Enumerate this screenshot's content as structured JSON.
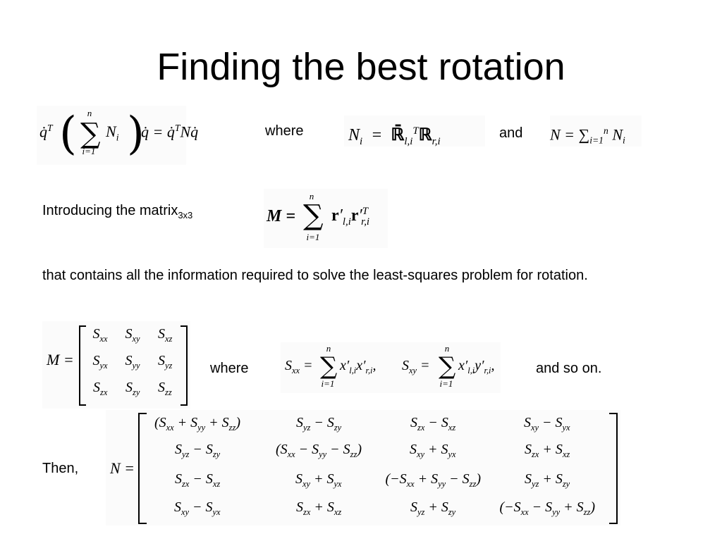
{
  "slide": {
    "title": "Finding the best rotation",
    "where_1": "where",
    "and_1": "and",
    "introducing": "Introducing the matrix",
    "matrix_size": "3x3",
    "paragraph": "that contains all the information required to solve the least-squares problem for rotation.",
    "where_2": "where",
    "and_so_on": "and so on.",
    "then": "Then,"
  },
  "matrix_M": [
    [
      "S_xx",
      "S_xy",
      "S_xz"
    ],
    [
      "S_yx",
      "S_yy",
      "S_yz"
    ],
    [
      "S_zx",
      "S_zy",
      "S_zz"
    ]
  ],
  "matrix_N": [
    [
      "(S_xx + S_yy + S_zz)",
      "S_yz − S_zy",
      "S_zx − S_xz",
      "S_xy − S_yx"
    ],
    [
      "S_yz − S_zy",
      "(S_xx − S_yy − S_zz)",
      "S_xy + S_yx",
      "S_zx + S_xz"
    ],
    [
      "S_zx − S_xz",
      "S_xy + S_yx",
      "(−S_xx + S_yy − S_zz)",
      "S_yz + S_zy"
    ],
    [
      "S_xy − S_yx",
      "S_zx + S_xz",
      "S_yz + S_zy",
      "(−S_xx − S_yy + S_zz)"
    ]
  ]
}
